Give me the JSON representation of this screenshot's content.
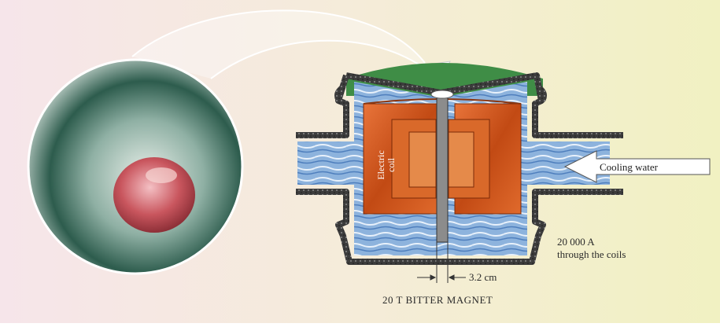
{
  "diagram": {
    "title": "20 T BITTER MAGNET",
    "coil_label_line1": "Electric",
    "coil_label_line2": "coil",
    "cooling_label": "Cooling water",
    "current_line1": "20 000 A",
    "current_line2": "through the coils",
    "gap_label": "3.2 cm",
    "colors": {
      "background_left": "#f6e7ea",
      "background_right": "#f2f1c6",
      "coil_orange": "#d4581f",
      "water_blue": "#7fa9d8",
      "casing_dark": "#3b3b3b",
      "cap_green": "#3a8a43",
      "sphere_teal": "#3f6e5e",
      "frog_red": "#c4585f"
    },
    "icons": [
      "magnified-sphere",
      "curved-arrow",
      "cooling-water-arrow"
    ]
  }
}
